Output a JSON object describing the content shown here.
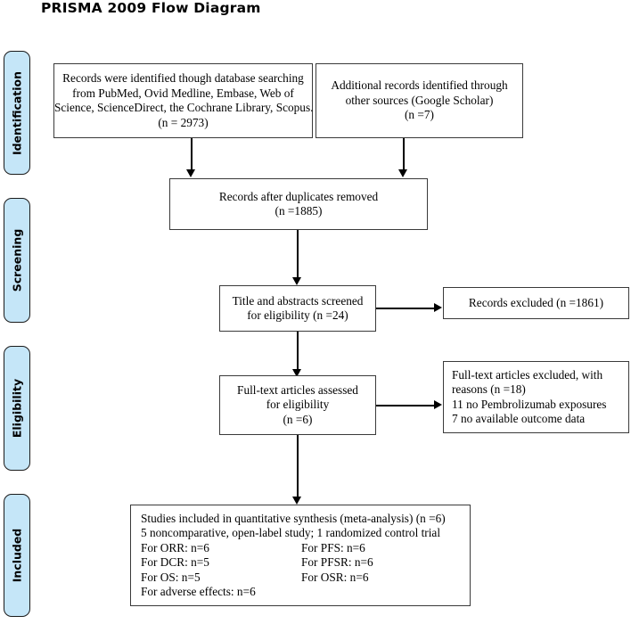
{
  "title": "PRISMA 2009 Flow Diagram",
  "stages": [
    {
      "id": "identification",
      "label": "Identification"
    },
    {
      "id": "screening",
      "label": "Screening"
    },
    {
      "id": "eligibility",
      "label": "Eligibility"
    },
    {
      "id": "included",
      "label": "Included"
    }
  ],
  "colors": {
    "stage_fill": "#c5e6f8",
    "stage_border": "#1b1b1b",
    "box_border": "#3a3a3a",
    "box_fill": "#ffffff",
    "connector": "#000000",
    "text": "#000000"
  },
  "boxes": {
    "database_search": {
      "lines": [
        "Records were identified though database searching",
        "from PubMed, Ovid Medline, Embase, Web of",
        "Science, ScienceDirect, the Cochrane Library, Scopus.",
        "(n = 2973)"
      ]
    },
    "other_sources": {
      "lines": [
        "Additional records identified through",
        "other sources (Google Scholar)",
        "(n =7)"
      ]
    },
    "duplicates_removed": {
      "lines": [
        "Records after duplicates removed",
        "(n =1885)"
      ]
    },
    "screened": {
      "lines": [
        "Title and abstracts screened",
        "for eligibility (n =24)"
      ]
    },
    "records_excluded": {
      "lines": [
        "Records excluded (n =1861)"
      ]
    },
    "fulltext_assessed": {
      "lines": [
        "Full-text articles assessed",
        "for eligibility",
        "(n =6)"
      ]
    },
    "fulltext_excluded": {
      "lines": [
        "Full-text articles excluded, with",
        "reasons (n =18)",
        "11 no Pembrolizumab exposures",
        "7 no available outcome data"
      ]
    },
    "included_summary": {
      "lines": [
        "Studies included in quantitative synthesis (meta-analysis) (n =6)",
        "5 noncomparative, open-label study; 1 randomized control trial"
      ],
      "outcome_rows": [
        {
          "left": "For ORR: n=6",
          "right": "For PFS: n=6"
        },
        {
          "left": "For DCR: n=5",
          "right": "For PFSR: n=6"
        },
        {
          "left": "For OS: n=5",
          "right": "For OSR: n=6"
        },
        {
          "left": "For adverse effects: n=6",
          "right": ""
        }
      ]
    }
  }
}
